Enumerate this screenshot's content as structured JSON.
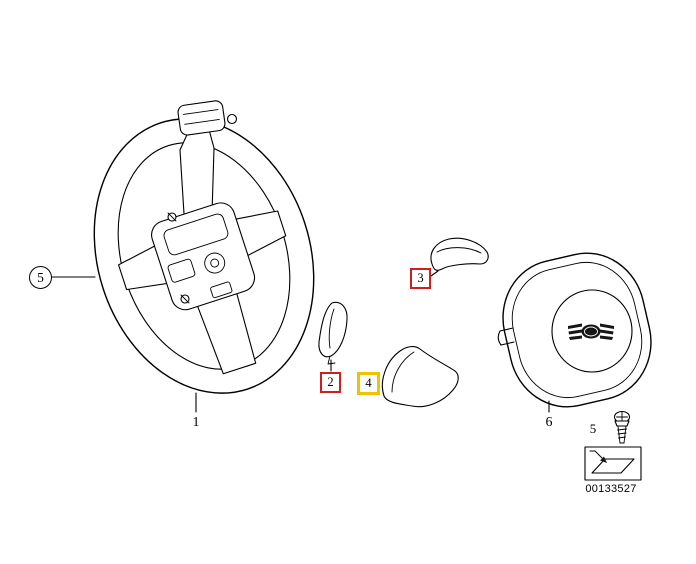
{
  "callouts": {
    "steering_wheel": {
      "label": "1"
    },
    "small_trim_cover": {
      "label": "2",
      "highlight": "red"
    },
    "upper_trim_cover": {
      "label": "3",
      "highlight": "red"
    },
    "lower_trim_cover": {
      "label": "4",
      "highlight": "yellow"
    },
    "column_screw": {
      "label": "5"
    },
    "airbag_module": {
      "label": "6"
    },
    "screw_reference": {
      "label": "5"
    }
  },
  "colors": {
    "background": "#ffffff",
    "line_art": "#000000",
    "red_highlight_frame": "#cc2020",
    "yellow_highlight_frame": "#eec400"
  },
  "icons": {
    "badge": "mini-wings-logo-icon",
    "screw": "screw-icon",
    "install_symbol": "stamp-arrow-symbol-icon"
  },
  "footer": {
    "diagram_number": "00133527"
  }
}
